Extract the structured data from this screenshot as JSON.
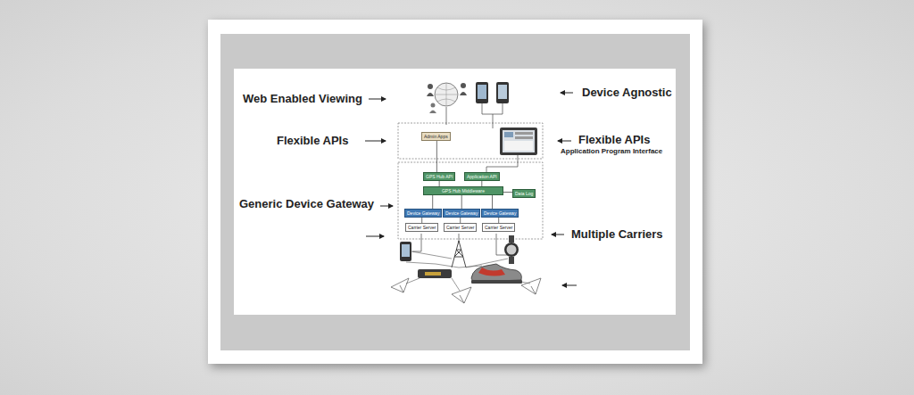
{
  "diagram": {
    "nodes": [
      {
        "text": [
          "Admin Apps"
        ]
      },
      {
        "text": [
          "GPS Hub API"
        ]
      },
      {
        "text": [
          "Application API"
        ]
      },
      {
        "text": [
          "GPS Hub Middleware"
        ]
      },
      {
        "text": [
          "Data Log"
        ]
      },
      {
        "text": [
          "Device Gateway"
        ]
      },
      {
        "text": [
          "Device Gateway"
        ]
      },
      {
        "text": [
          "Device Gateway"
        ]
      },
      {
        "text": [
          "Carrier Server"
        ]
      },
      {
        "text": [
          "Carrier Server"
        ]
      },
      {
        "text": [
          "Carrier Server"
        ]
      }
    ],
    "edges": [
      {
        "from": 0,
        "to": 1,
        "arrow": "none"
      },
      {
        "from": 1,
        "to": 3,
        "arrow": "none"
      },
      {
        "from": 2,
        "to": 3,
        "arrow": "none"
      },
      {
        "from": 3,
        "to": 4,
        "arrow": "none"
      },
      {
        "from": 3,
        "to": 5,
        "arrow": "none"
      },
      {
        "from": 3,
        "to": 6,
        "arrow": "none"
      },
      {
        "from": 3,
        "to": 7,
        "arrow": "none"
      },
      {
        "from": 5,
        "to": 8,
        "arrow": "none"
      },
      {
        "from": 6,
        "to": 9,
        "arrow": "none"
      },
      {
        "from": 7,
        "to": 10,
        "arrow": "none"
      }
    ],
    "labels": [
      "Web Enabled Viewing",
      "Flexible APIs",
      "Generic Device Gateway",
      "Device Agnostic",
      "Flexible APIs",
      "Application Program Interface",
      "Multiple Carriers"
    ]
  }
}
